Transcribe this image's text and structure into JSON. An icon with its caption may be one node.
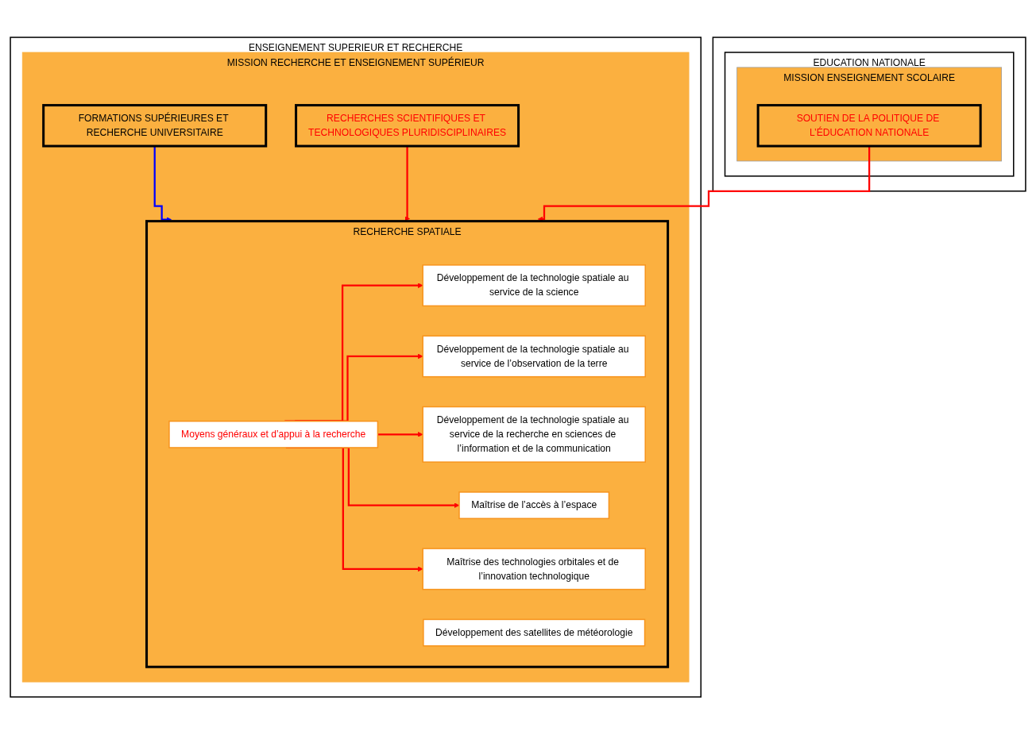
{
  "diagram": {
    "nodes": [
      {
        "text": [
          "ENSEIGNEMENT SUPERIEUR ET RECHERCHE"
        ]
      },
      {
        "text": [
          "MISSION RECHERCHE ET ENSEIGNEMENT SUPÉRIEUR"
        ],
        "in": 0
      },
      {
        "text": [
          "RECHERCHE SPATIALE"
        ],
        "in": 1
      },
      {
        "text": [
          "Développement de la technologie spatiale au service de la science"
        ],
        "in": 2
      },
      {
        "text": [
          "Développement de la technologie spatiale au service de l’observation de la terre"
        ],
        "in": 2
      },
      {
        "text": [
          "Développement de la technologie spatiale au service de la recherche en sciences de l’information et de la communication"
        ],
        "in": 2
      },
      {
        "text": [
          "Maîtrise de l’accès à l’espace"
        ],
        "in": 2
      },
      {
        "text": [
          "Maîtrise des technologies orbitales et de l’innovation technologique"
        ],
        "in": 2
      },
      {
        "text": [
          "Moyens généraux et d’appui à la recherche"
        ],
        "in": 2
      },
      {
        "text": [
          "Développement des satellites de météorologie"
        ],
        "in": 2
      },
      {
        "text": [
          "FORMATIONS SUPÉRIEURES ET RECHERCHE UNIVERSITAIRE"
        ],
        "in": 1
      },
      {
        "text": [
          "RECHERCHES SCIENTIFIQUES ET TECHNOLOGIQUES PLURIDISCIPLINAIRES"
        ],
        "in": 1
      },
      {
        "text": [],
        "shape": "box"
      },
      {
        "text": [
          "EDUCATION NATIONALE"
        ],
        "in": 12
      },
      {
        "text": [
          "MISSION ENSEIGNEMENT SCOLAIRE"
        ],
        "in": 13
      },
      {
        "text": [
          "SOUTIEN DE LA POLITIQUE DE L’ÉDUCATION NATIONALE"
        ],
        "in": 14
      }
    ],
    "edges": [
      {
        "from": 10,
        "to": 2,
        "arrow": "to",
        "color": "#0000ff"
      },
      {
        "from": 11,
        "to": 2,
        "arrow": "to",
        "color": "#ff0000"
      },
      {
        "from": 15,
        "to": 2,
        "arrow": "to",
        "color": "#ff0000"
      },
      {
        "from": 8,
        "to": 3,
        "arrow": "to",
        "color": "#ff0000"
      },
      {
        "from": 8,
        "to": 4,
        "arrow": "to",
        "color": "#ff0000"
      },
      {
        "from": 8,
        "to": 5,
        "arrow": "to",
        "color": "#ff0000"
      },
      {
        "from": 8,
        "to": 6,
        "arrow": "to",
        "color": "#ff0000"
      },
      {
        "from": 8,
        "to": 7,
        "arrow": "to",
        "color": "#ff0000"
      }
    ]
  }
}
